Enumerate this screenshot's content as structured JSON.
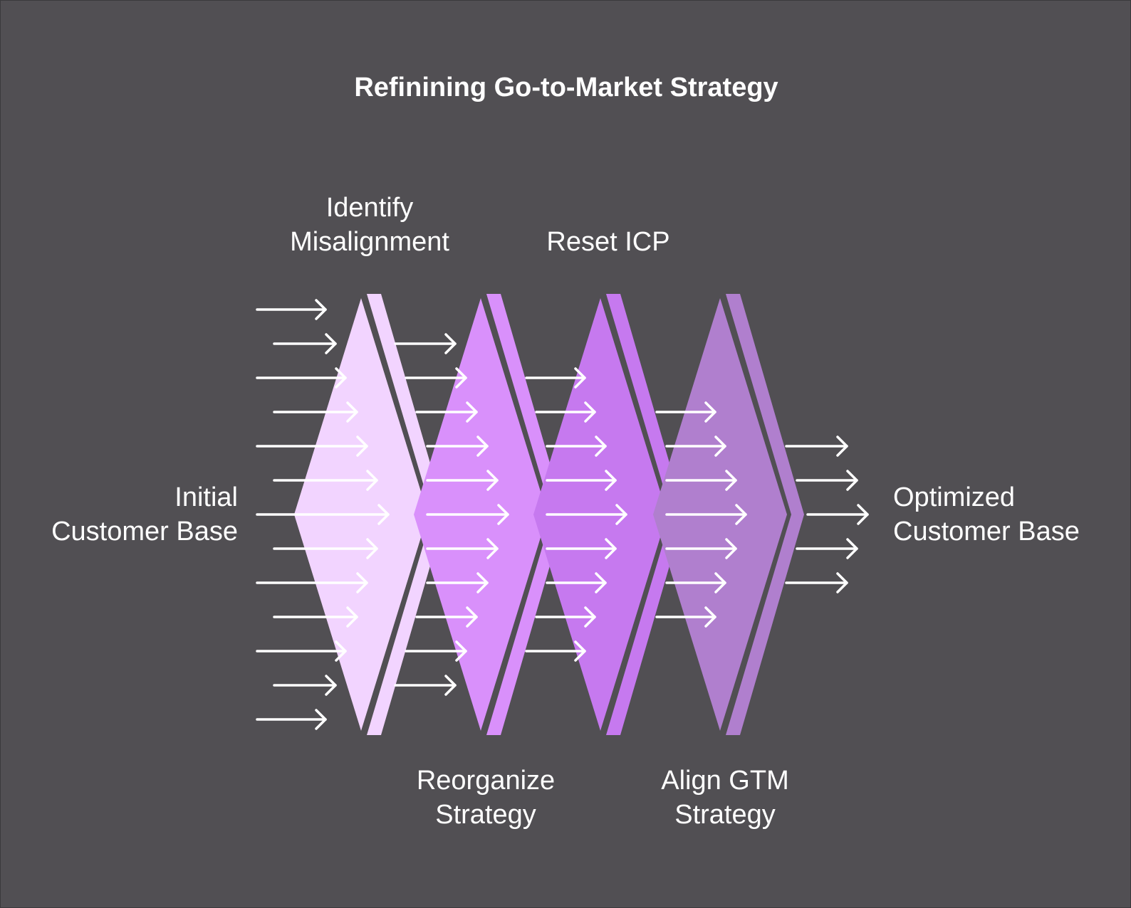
{
  "title": "Refinining Go-to-Market Strategy",
  "input_label": [
    "Initial",
    "Customer Base"
  ],
  "output_label": [
    "Optimized",
    "Customer Base"
  ],
  "stages": [
    {
      "lines": [
        "Identify",
        "Misalignment"
      ],
      "position": "top",
      "color": "#f2d4ff",
      "edge_color": "#f2d4ff"
    },
    {
      "lines": [
        "Reorganize",
        "Strategy"
      ],
      "position": "bottom",
      "color": "#d990fb",
      "edge_color": "#d990fb"
    },
    {
      "lines": [
        "Reset ICP"
      ],
      "position": "top",
      "color": "#c679ef",
      "edge_color": "#c679ef"
    },
    {
      "lines": [
        "Align GTM",
        "Strategy"
      ],
      "position": "bottom",
      "color": "#b07fce",
      "edge_color": "#b07fce"
    }
  ],
  "colors": {
    "background": "#514f53",
    "arrow": "#ffffff"
  }
}
